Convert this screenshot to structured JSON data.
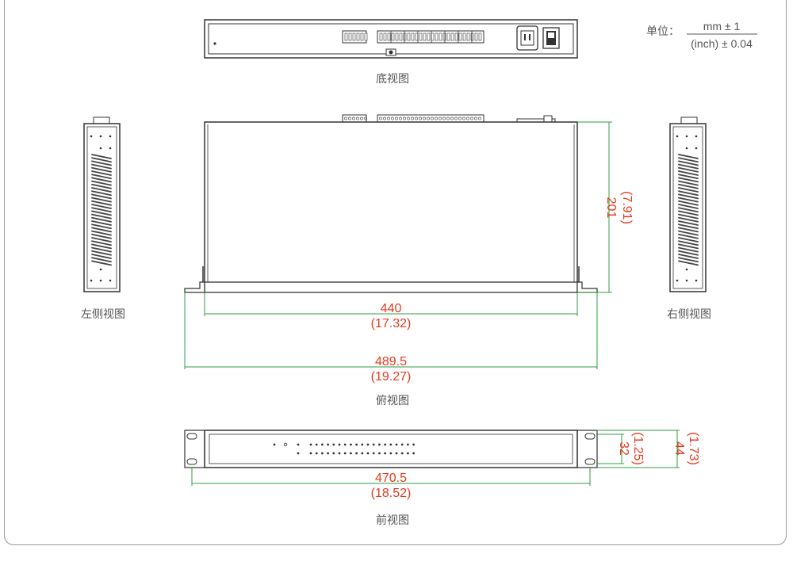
{
  "units": {
    "label": "单位：",
    "numerator": "mm ± 1",
    "denominator": "(inch) ± 0.04"
  },
  "views": {
    "bottom": "底视图",
    "left_side": "左侧视图",
    "right_side": "右侧视图",
    "top": "俯视图",
    "front": "前视图"
  },
  "dimensions": {
    "height_mm": "201",
    "height_in": "(7.91)",
    "inner_width_mm": "440",
    "inner_width_in": "(17.32)",
    "outer_width_mm": "489.5",
    "outer_width_in": "(19.27)",
    "mount_width_mm": "470.5",
    "mount_width_in": "(18.52)",
    "panel_height_mm": "32",
    "panel_height_in": "(1.25)",
    "total_height_mm": "44",
    "total_height_in": "(1.73)"
  },
  "colors": {
    "dimension_line": "#2f9e44",
    "dimension_text": "#e8391d",
    "outline": "#333333"
  }
}
